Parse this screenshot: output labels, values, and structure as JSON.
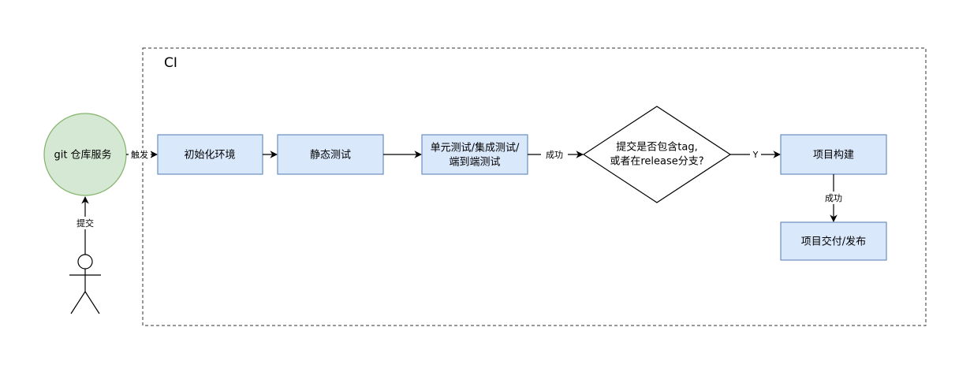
{
  "group": {
    "label": "CI"
  },
  "nodes": {
    "repo": {
      "label": "git  仓库服务"
    },
    "init": {
      "label": "初始化环境"
    },
    "static": {
      "label": "静态测试"
    },
    "tests": {
      "line1": "单元测试/集成测试/",
      "line2": "端到端测试"
    },
    "decision": {
      "line1": "提交是否包含tag,",
      "line2": "或者在release分支?"
    },
    "build": {
      "label": "项目构建"
    },
    "deliver": {
      "label": "项目交付/发布"
    }
  },
  "edges": {
    "commit": {
      "label": "提交"
    },
    "trigger": {
      "label": "触发"
    },
    "success1": {
      "label": "成功"
    },
    "yes": {
      "label": "Y"
    },
    "success2": {
      "label": "成功"
    }
  },
  "colors": {
    "box_fill": "#dae8fc",
    "box_stroke": "#6c8ebf",
    "circle_fill": "#d5e8d4",
    "circle_stroke": "#82b366",
    "line": "#000000",
    "group_border": "#333333"
  }
}
